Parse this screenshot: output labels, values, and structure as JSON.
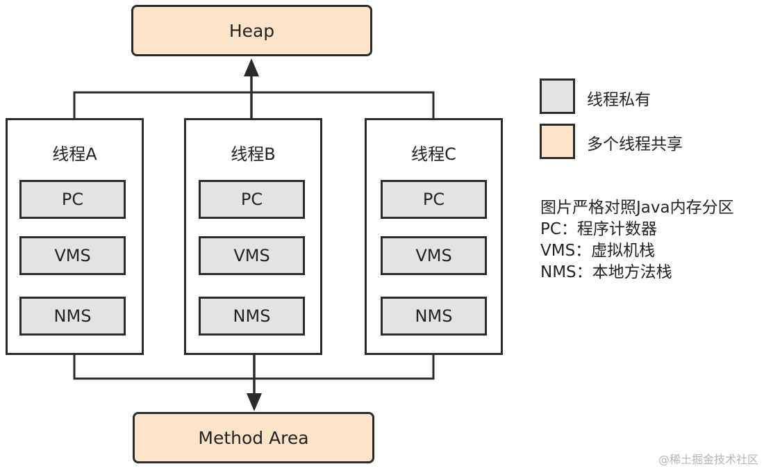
{
  "diagram": {
    "heap": {
      "label": "Heap"
    },
    "method_area": {
      "label": "Method Area"
    },
    "threads": [
      {
        "title": "线程A",
        "areas": [
          "PC",
          "VMS",
          "NMS"
        ]
      },
      {
        "title": "线程B",
        "areas": [
          "PC",
          "VMS",
          "NMS"
        ]
      },
      {
        "title": "线程C",
        "areas": [
          "PC",
          "VMS",
          "NMS"
        ]
      }
    ]
  },
  "legend": {
    "items": [
      {
        "label": "线程私有",
        "color": "#e3e3e3"
      },
      {
        "label": "多个线程共享",
        "color": "#fde3c8"
      }
    ]
  },
  "notes": {
    "lines": [
      "图片严格对照Java内存分区",
      "PC：程序计数器",
      "VMS：虚拟机栈",
      "NMS：本地方法栈"
    ]
  },
  "watermark": "@稀土掘金技术社区"
}
